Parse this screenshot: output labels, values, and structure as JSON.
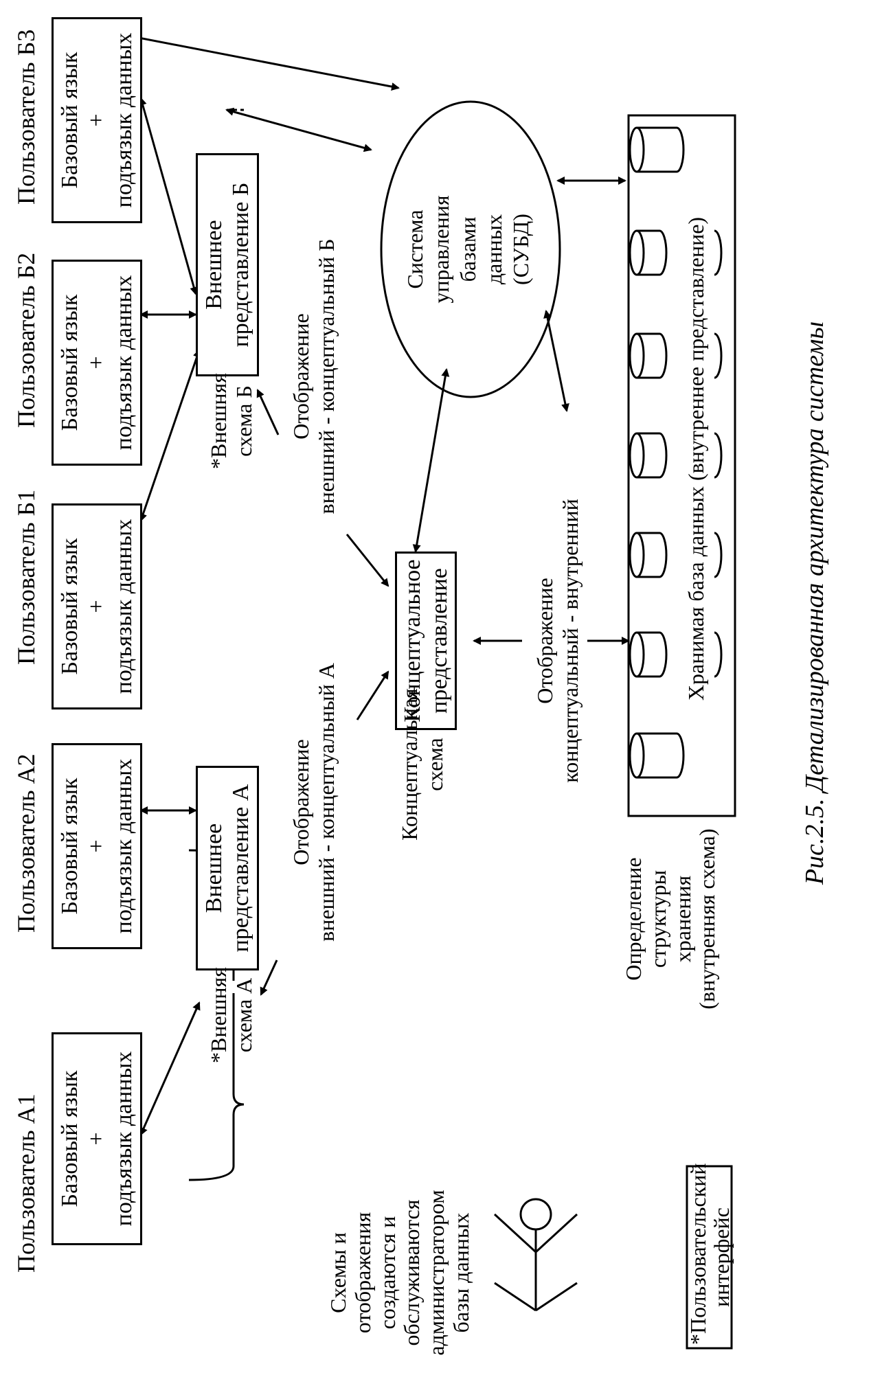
{
  "figure": {
    "caption": "Рис.2.5. Детализированная архитектура системы"
  },
  "users": [
    {
      "name": "Пользователь А1",
      "lang1": "Базовый язык",
      "plus": "+",
      "lang2": "подъязык данных"
    },
    {
      "name": "Пользователь А2",
      "lang1": "Базовый язык",
      "plus": "+",
      "lang2": "подъязык данных"
    },
    {
      "name": "Пользователь Б1",
      "lang1": "Базовый язык",
      "plus": "+",
      "lang2": "подъязык данных"
    },
    {
      "name": "Пользователь Б2",
      "lang1": "Базовый язык",
      "plus": "+",
      "lang2": "подъязык данных"
    },
    {
      "name": "Пользователь Б3",
      "lang1": "Базовый язык",
      "plus": "+",
      "lang2": "подъязык данных"
    }
  ],
  "external_a": {
    "line1": "Внешнее",
    "line2": "представление А",
    "schema1": "*Внешняя",
    "schema2": "схема А"
  },
  "external_b": {
    "line1": "Внешнее",
    "line2": "представление Б",
    "schema1": "*Внешняя",
    "schema2": "схема Б"
  },
  "mapping_a": {
    "line1": "Отображение",
    "line2": "внешний - концептуальный А"
  },
  "mapping_b": {
    "line1": "Отображение",
    "line2": "внешний - концептуальный Б"
  },
  "conceptual": {
    "line1": "Концептуальное",
    "line2": "представление",
    "schema1": "Концептуальная",
    "schema2": "схема"
  },
  "mapping_ci": {
    "line1": "Отображение",
    "line2": "концептуальный - внутренний"
  },
  "dbms": {
    "line1": "Система",
    "line2": "управления",
    "line3": "базами",
    "line4": "данных",
    "line5": "(СУБД)"
  },
  "stored_db": {
    "label": "Хранимая база данных (внутреннее представление)"
  },
  "storage_def": {
    "line1": "Определение",
    "line2": "структуры",
    "line3": "хранения",
    "line4": "(внутренняя схема)"
  },
  "admin": {
    "line1": "Схемы и",
    "line2": "отображения",
    "line3": "создаются и",
    "line4": "обслуживаются",
    "line5": "администратором",
    "line6": "базы данных"
  },
  "ui_note": {
    "line1": "*Пользовательский",
    "line2": "интерфейс"
  }
}
